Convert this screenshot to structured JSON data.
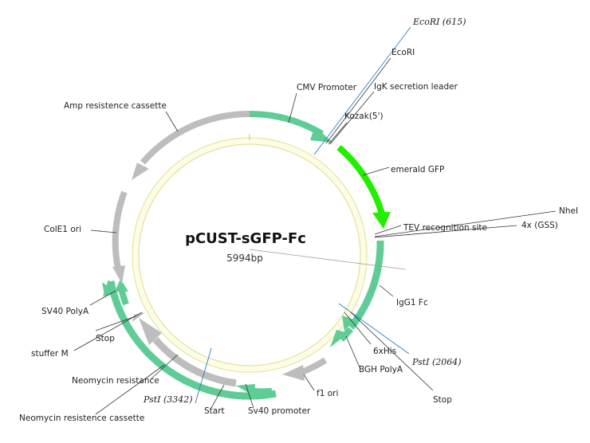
{
  "plasmid": {
    "name": "pCUST-sGFP-Fc",
    "size": "5994bp"
  },
  "colors": {
    "green": "#5fcc96",
    "bright_green": "#22ee00",
    "grey": "#bdbdbd",
    "ring_fill": "#fdfde6",
    "ring_stroke": "#e4e09a",
    "site_line": "#2a7fc0"
  },
  "labels": {
    "ecori_site": "EcoRI (615)",
    "ecori": "EcoRI",
    "cmv": "CMV Promoter",
    "igk": "IgK secretion leader",
    "kozak": "Kozak(5')",
    "amp": "Amp resistence cassette",
    "egfp": "emerald GFP",
    "tev": "TEV recognition site",
    "nhei": "NheI",
    "gss": "4x (GSS)",
    "cole1": "ColE1 ori",
    "igg1": "IgG1 Fc",
    "sv40polya": "SV40 PolyA",
    "stop_left": "Stop",
    "stuffer": "stuffer M",
    "his": "6xHis",
    "psti_right": "PstI (2064)",
    "bgh": "BGH PolyA",
    "stop_right": "Stop",
    "neo": "Neomycin resistance",
    "f1": "f1 ori",
    "psti_left": "PstI (3342)",
    "start": "Start",
    "sv40prom": "Sv40 promoter",
    "neo_cassette": "Neomycin resistence cassette"
  }
}
